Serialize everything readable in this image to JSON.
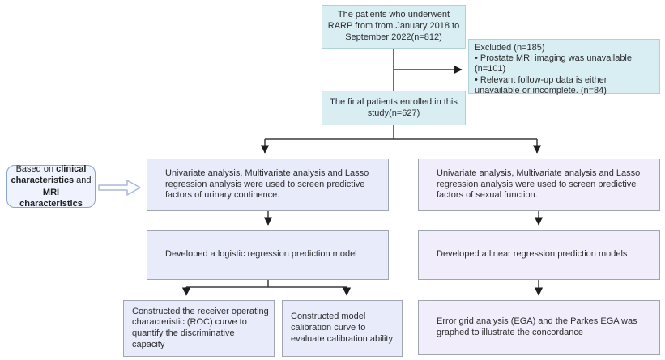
{
  "diagram": {
    "boxes": {
      "patients": "The patients who underwent RARP from from January 2018 to September 2022(n=812)",
      "excluded_title": "Excluded (n=185)",
      "excluded_items": [
        "• Prostate MRI imaging was unavailable (n=101)",
        "• Relevant follow-up data is either unavailable or incomplete. (n=84)"
      ],
      "final": "The final patients enrolled in this study(n=627)",
      "left_screen": "Univariate analysis, Multivariate analysis and Lasso regression analysis were used to screen predictive factors of  urinary continence.",
      "right_screen": "Univariate analysis, Multivariate analysis and Lasso regression analysis were used to screen predictive factors of sexual function.",
      "left_model": "Developed a logistic regression prediction model",
      "right_model": "Developed a linear regression prediction models",
      "roc": "Constructed the receiver operating characteristic (ROC) curve to quantify the discriminative capacity",
      "calibration": "Constructed model calibration curve  to evaluate calibration ability",
      "ega": "Error grid analysis (EGA) and the Parkes EGA was graphed to illustrate the concordance"
    },
    "side_label": {
      "part1": "Based on ",
      "part2": "clinical characteristics",
      "part3": " and ",
      "part4": "MRI  characteristics"
    },
    "colors": {
      "cyan_fill": "#d8eef3",
      "cyan_border": "#aed2d9",
      "blue_fill": "#e7ebfa",
      "purple_fill": "#f2edfb",
      "box_border": "#9fa6b1",
      "label_fill": "#eef3fd",
      "label_border": "#8ba3cf",
      "connector": "#2b2b2b",
      "text": "#2d2d2d"
    }
  }
}
